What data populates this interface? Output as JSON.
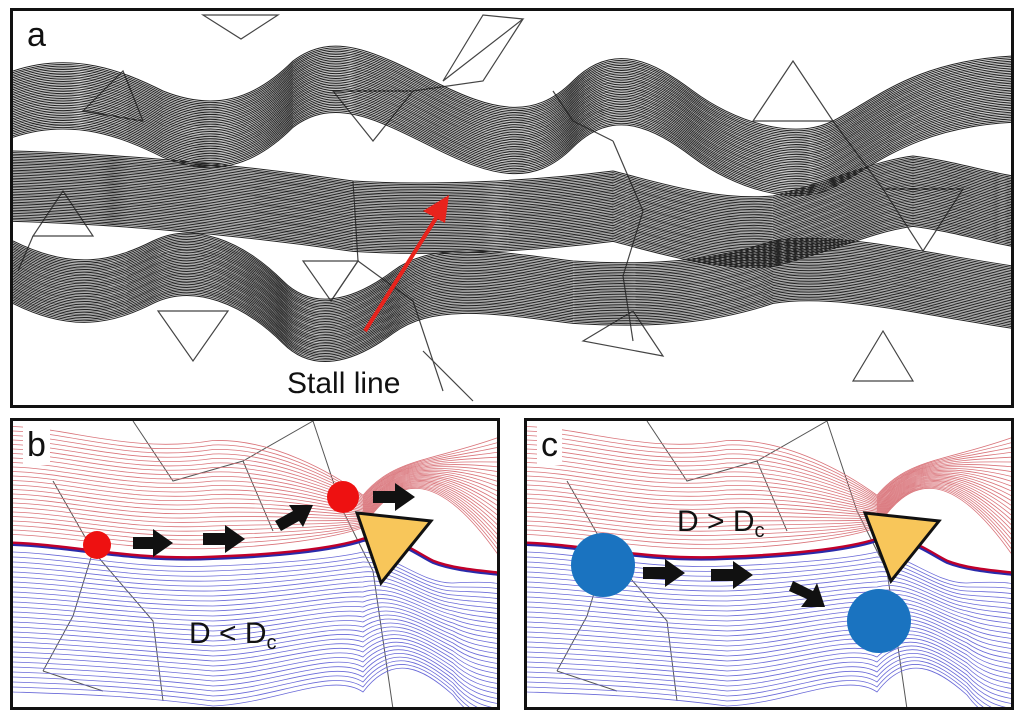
{
  "panels": {
    "a": {
      "letter": "a",
      "annotation": "Stall line"
    },
    "b": {
      "letter": "b",
      "condition": {
        "main": "D < D",
        "subscript": "c"
      }
    },
    "c": {
      "letter": "c",
      "condition": {
        "main": "D > D",
        "subscript": "c"
      }
    }
  },
  "colors": {
    "streamline_dark": "#222222",
    "annotation_arrow": "#e8231c",
    "mesh_lines": "#444444",
    "region_upper": "#d9747a",
    "region_lower": "#6a6ad8",
    "interface_line": "#c0002a",
    "small_dot": "#ee1111",
    "large_dot": "#1a73c0",
    "triangle_fill": "#f8c65a",
    "motion_arrows": "#111111"
  },
  "icons": [
    "red-dot",
    "blue-dot",
    "yellow-triangle",
    "arrow-right"
  ]
}
